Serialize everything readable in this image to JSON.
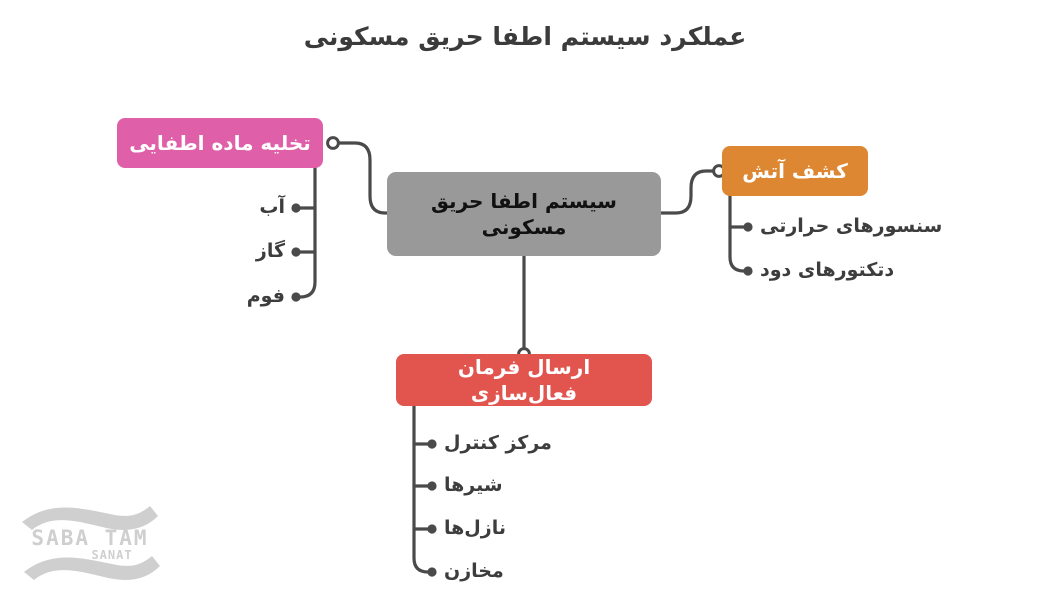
{
  "page": {
    "title": "عملکرد سیستم اطفا حریق مسکونی",
    "background_color": "#ffffff"
  },
  "colors": {
    "center_node": "#999999",
    "pink_node": "#df5fa9",
    "orange_node": "#dd8733",
    "red_node": "#e2544e",
    "connector": "#4a4a4a",
    "label_text": "#3d3d3d",
    "title_text": "#3b3b3b",
    "watermark": "#cfcfcf"
  },
  "center_node": {
    "label_line1": "سیستم اطفا حریق",
    "label_line2": "مسکونی"
  },
  "branches": {
    "pink": {
      "label": "تخلیه ماده اطفایی",
      "items": [
        {
          "label": "آب"
        },
        {
          "label": "گاز"
        },
        {
          "label": "فوم"
        }
      ]
    },
    "orange": {
      "label": "کشف آتش",
      "items": [
        {
          "label": "سنسورهای حرارتی"
        },
        {
          "label": "دتکتورهای دود"
        }
      ]
    },
    "red": {
      "label": "ارسال فرمان فعال‌سازی",
      "items": [
        {
          "label": "مرکز کنترل"
        },
        {
          "label": "شیرها"
        },
        {
          "label": "نازل‌ها"
        },
        {
          "label": "مخازن"
        }
      ]
    }
  },
  "watermark": {
    "brand": "SABA TAM",
    "sub": "SANAT"
  }
}
